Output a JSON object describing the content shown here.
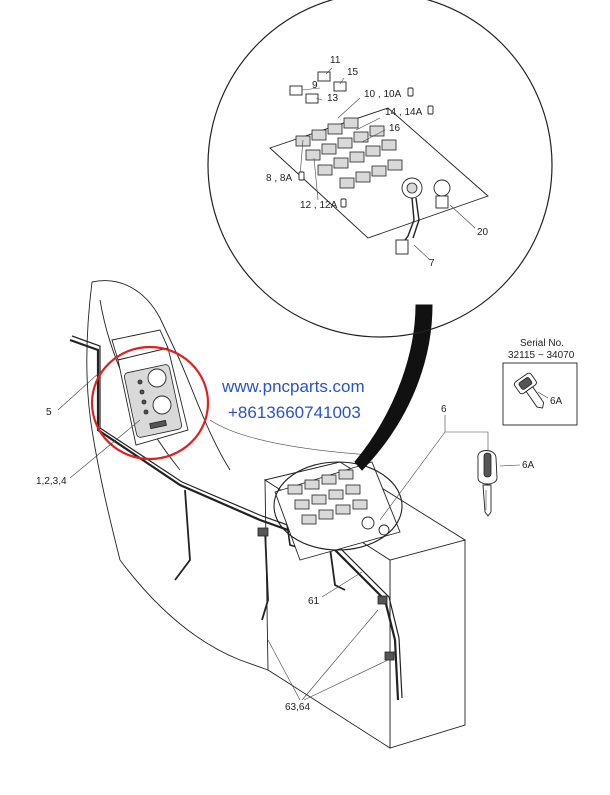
{
  "labels": {
    "l11": "11",
    "l9": "9",
    "l15": "15",
    "l13": "13",
    "l10": "10 , 10A",
    "l14": "14 , 14A",
    "l16": "16",
    "l8": "8 , 8A",
    "l12": "12 , 12A",
    "l20": "20",
    "l7": "7",
    "l5": "5",
    "l1234": "1,2,3,4",
    "l6": "6",
    "l6a_key": "6A",
    "l6a_inset": "6A",
    "l61": "61",
    "l6364": "63,64"
  },
  "serial": {
    "title": "Serial No.",
    "range": "32115 ~ 34070"
  },
  "watermark": {
    "url": "www.pncparts.com",
    "phone": "+8613660741003"
  },
  "colors": {
    "line": "#222222",
    "watermark": "#2a52c8",
    "highlight": "#e02020"
  }
}
